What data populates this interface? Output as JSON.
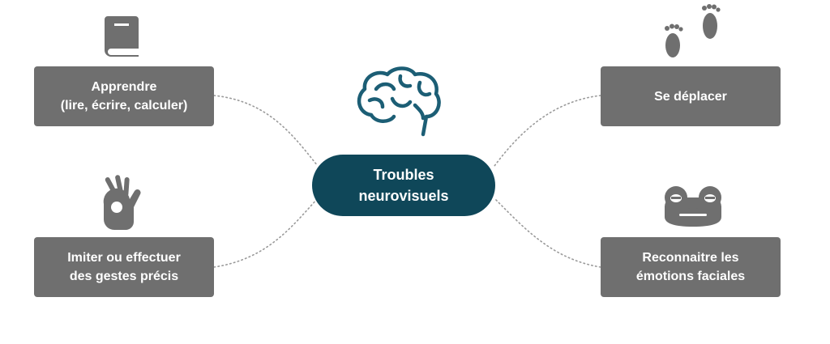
{
  "center": {
    "line1": "Troubles",
    "line2": "neurovisuels"
  },
  "nodes": {
    "top_left": {
      "line1": "Apprendre",
      "line2": "(lire, écrire, calculer)"
    },
    "bottom_left": {
      "line1": "Imiter ou effectuer",
      "line2": "des gestes précis"
    },
    "top_right": {
      "line1": "Se déplacer"
    },
    "bottom_right": {
      "line1": "Reconnaitre les",
      "line2": "émotions faciales"
    }
  },
  "icons": {
    "center": "brain-icon",
    "top_left": "book-icon",
    "bottom_left": "ok-hand-icon",
    "top_right": "footprints-icon",
    "bottom_right": "frog-face-icon"
  },
  "colors": {
    "center_fill": "#0f4759",
    "node_fill": "#6f6f6f",
    "node_text": "#ffffff",
    "icon_gray": "#6f6f6f",
    "brain_stroke": "#1c5e75",
    "connector": "#9a9a9a"
  }
}
